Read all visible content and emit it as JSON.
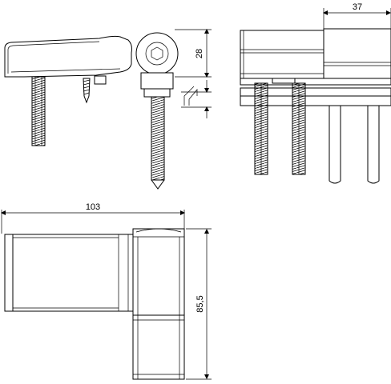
{
  "drawing": {
    "dimensions": {
      "side_view_height": "28",
      "end_view_width": "37",
      "front_view_length": "103",
      "front_view_height": "85,5"
    }
  }
}
